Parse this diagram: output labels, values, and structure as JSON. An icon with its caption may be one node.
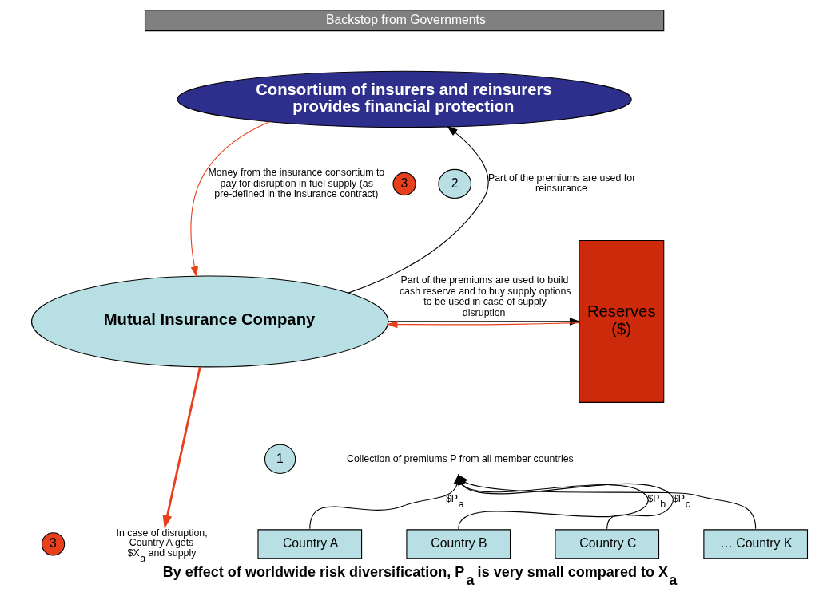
{
  "diagram": {
    "caption": "By effect of worldwide risk diversification, P$_{a}$ is very small compared to X$_{a}$",
    "nodes": [
      {
        "text": [
          "Backstop from Governments"
        ]
      },
      {
        "text": [
          "Consortium of insurers and reinsurers provides financial protection"
        ]
      },
      {
        "text": [
          "Mutual Insurance Company"
        ]
      },
      {
        "text": [
          "Reserves ($)"
        ]
      },
      {
        "text": [
          "3"
        ]
      },
      {
        "text": [
          "2"
        ]
      },
      {
        "text": [
          "1"
        ]
      },
      {
        "text": [
          "3"
        ]
      },
      {
        "text": [
          "In case of disruption, Country A gets $X$_{a}$ and supply"
        ]
      },
      {
        "text": [
          "Collection of premiums P from all member countries"
        ]
      },
      {
        "text": [
          "Country A"
        ]
      },
      {
        "text": [
          "Country B"
        ]
      },
      {
        "text": [
          "Country C"
        ]
      },
      {
        "text": [
          "… Country K"
        ]
      }
    ],
    "edges": [
      {
        "from": 1,
        "to": 2,
        "arrow": "to",
        "color": "#e8401c",
        "label": "Money from the insurance consortium to pay for disruption in fuel supply (as pre-defined in the insurance contract)"
      },
      {
        "from": 2,
        "to": 1,
        "arrow": "to",
        "label": "Part of the premiums are used for reinsurance"
      },
      {
        "from": 2,
        "to": 3,
        "arrow": "to",
        "label": "Part of the premiums are used to build cash reserve and to buy supply options to be used in case of supply disruption"
      },
      {
        "from": 3,
        "to": 2,
        "arrow": "to",
        "color": "#e8401c"
      },
      {
        "from": 2,
        "to": 8,
        "arrow": "to",
        "color": "#e8401c",
        "style": "thick"
      },
      {
        "from": 10,
        "to": 9,
        "arrow": "to",
        "label": "$P$_{a}$"
      },
      {
        "from": 11,
        "to": 9,
        "arrow": "to",
        "label": "$P$_{b}$"
      },
      {
        "from": 12,
        "to": 9,
        "arrow": "to",
        "label": "$P$_{c}$"
      },
      {
        "from": 13,
        "to": 9,
        "arrow": "to"
      }
    ]
  }
}
